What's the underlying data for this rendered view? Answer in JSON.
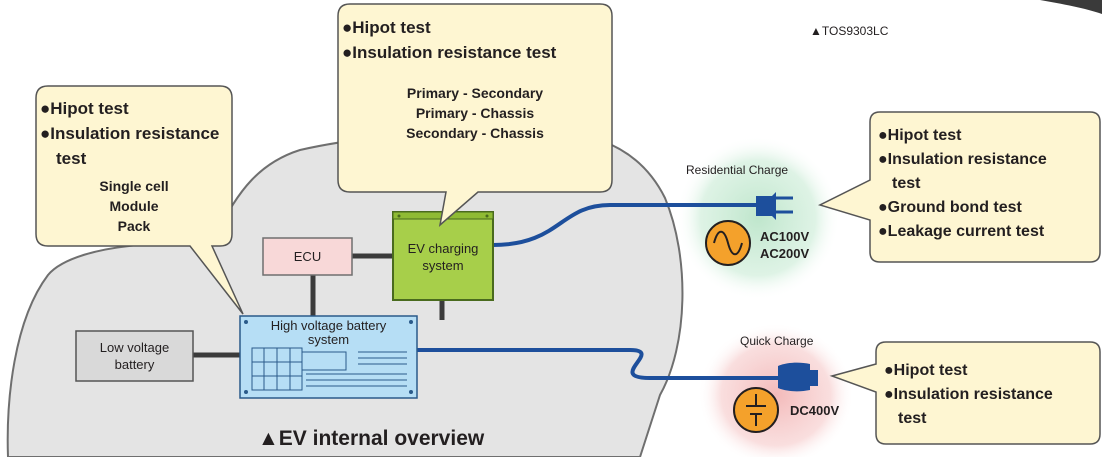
{
  "model_label": "▲TOS9303LC",
  "caption": "▲EV internal overview",
  "components": {
    "ecu": "ECU",
    "charging_line1": "EV charging",
    "charging_line2": "system",
    "hv_battery_line1": "High voltage battery",
    "hv_battery_line2": "system",
    "lv_battery_line1": "Low voltage",
    "lv_battery_line2": "battery"
  },
  "charging_sources": {
    "residential": {
      "label": "Residential Charge",
      "voltage1": "AC100V",
      "voltage2": "AC200V",
      "glow_color": "#c7ebd5"
    },
    "quick": {
      "label": "Quick Charge",
      "voltage": "DC400V",
      "glow_color": "#f6c9c9"
    }
  },
  "callouts": {
    "battery": {
      "line1": "●Hipot test",
      "line2": "●Insulation resistance",
      "line3": "test",
      "items": [
        "Single cell",
        "Module",
        "Pack"
      ]
    },
    "charging": {
      "line1": "●Hipot test",
      "line2": "●Insulation resistance test",
      "items": [
        "Primary - Secondary",
        "Primary - Chassis",
        "Secondary - Chassis"
      ]
    },
    "residential": {
      "lines": [
        "●Hipot test",
        "●Insulation resistance",
        "test",
        "●Ground bond test",
        "●Leakage current test"
      ]
    },
    "quick": {
      "lines": [
        "●Hipot test",
        "●Insulation resistance",
        "test"
      ]
    }
  },
  "colors": {
    "callout_fill": "#fef6d2",
    "car_fill": "#e4e4e4",
    "ecu_fill": "#f8d8d8",
    "charging_fill": "#a7cf4a",
    "hv_battery_fill": "#b6def5",
    "lv_battery_fill": "#d9d9d9",
    "cable": "#1d4f9c",
    "source_fill": "#f4a12b"
  }
}
